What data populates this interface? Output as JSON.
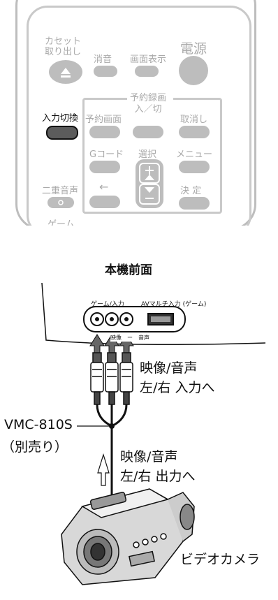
{
  "remote": {
    "cassette_eject": "カセット\n取り出し",
    "mute": "消音",
    "display": "画面表示",
    "power": "電源",
    "input_select": "入力切換",
    "reserve_screen": "予約画面",
    "reserve_record": "予約録画\n入／切",
    "cancel": "取消し",
    "g_code": "Gコード",
    "select": "選択",
    "menu": "メニュー",
    "dual_audio": "二重音声",
    "back_arrow": "←",
    "enter": "決 定",
    "game": "ゲーム"
  },
  "panel": {
    "title": "本機前面",
    "jack_label": "ゲーム/入力",
    "av_multi_label": "AVマルチ入力 (ゲーム)",
    "jack_sub_label": "映像　ー　音声"
  },
  "labels": {
    "input_target": "映像/音声\n左/右 入力へ",
    "cable_model": "VMC-810S",
    "cable_note": "（別売り）",
    "output_source": "映像/音声\n左/右 出力へ",
    "camera": "ビデオカメラ"
  }
}
